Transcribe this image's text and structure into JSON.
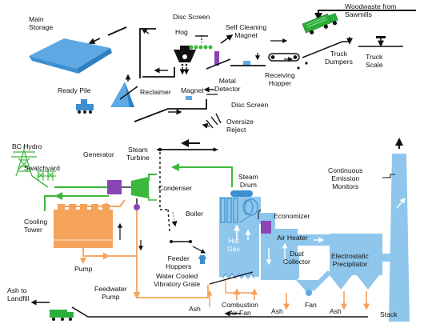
{
  "colors": {
    "conveyor": "#111111",
    "storage_blue": "#5ea9e3",
    "storage_blue_dark": "#2f7fc0",
    "steam_green": "#3cb83c",
    "water_orange": "#f5a25a",
    "boiler_blue": "#8fc6ec",
    "boiler_blue_dark": "#3d8fd0",
    "purple": "#8a45b5",
    "teal": "#2a8aa8",
    "truck_green": "#2cae3a",
    "ash_orange": "#f5a25a"
  },
  "labels": {
    "woodwaste": "Woodwaste from\nSawmills",
    "main_storage": "Main\nStorage",
    "disc_screen_top": "Disc Screen",
    "hog": "Hog",
    "self_cleaning_magnet": "Self Cleaning\nMagnet",
    "truck_dumpers": "Truck\nDumpers",
    "truck_scale": "Truck\nScale",
    "receiving_hopper": "Receiving\nHopper",
    "metal_detector": "Metal\nDetector",
    "ready_pile": "Ready Pile",
    "reclaimer": "Reclaimer",
    "magnet": "Magnet",
    "disc_screen_bottom": "Disc Screen",
    "oversize_reject": "Oversize\nReject",
    "bc_hydro": "BC Hydro",
    "swatchyard": "Swatchyard",
    "generator": "Generator",
    "steam_turbine": "Steam\nTurbine",
    "condenser": "Condenser",
    "steam_drum": "Steam\nDrum",
    "continuous_emission": "Continuous\nEmission\nMonitors",
    "cooling_tower": "Cooling\nTower",
    "boiler": "Boiler",
    "economizer": "Economizer",
    "hot_gas": "Hot\nGas",
    "air_heater": "Air Heater",
    "dust_collector": "Dust\nCollector",
    "electrostatic_precipitator": "Electrostatic\nPrecipitator",
    "feeder_hoppers": "Feeder\nHoppers",
    "water_cooled_grate": "Water Cooled\nVibratory Grate",
    "pump": "Pump",
    "feedwater_pump": "Feedwater\nPump",
    "ash_to_landfill": "Ash to\nLandfill",
    "ash_1": "Ash",
    "ash_2": "Ash",
    "ash_3": "Ash",
    "combustion_air_fan": "Combustion\nAir Fan",
    "fan": "Fan",
    "stack": "Stack"
  }
}
